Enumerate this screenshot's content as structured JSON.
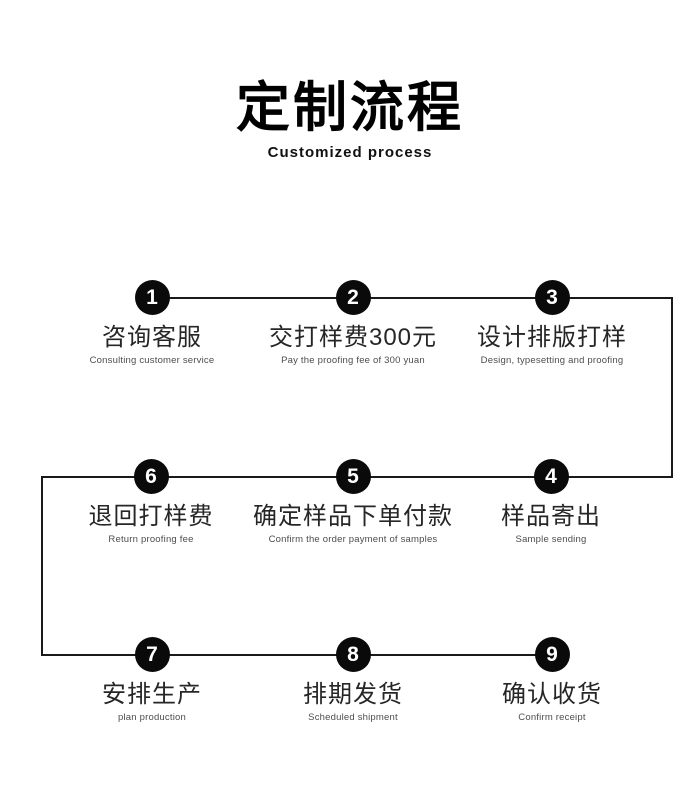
{
  "page": {
    "title": "定制流程",
    "subtitle": "Customized process"
  },
  "steps": [
    {
      "number": "1",
      "title": "咨询客服",
      "subtitle": "Consulting customer service"
    },
    {
      "number": "2",
      "title": "交打样费300元",
      "subtitle": "Pay the proofing fee of 300 yuan"
    },
    {
      "number": "3",
      "title": "设计排版打样",
      "subtitle": "Design, typesetting and proofing"
    },
    {
      "number": "4",
      "title": "样品寄出",
      "subtitle": "Sample sending"
    },
    {
      "number": "5",
      "title": "确定样品下单付款",
      "subtitle": "Confirm the order payment of samples"
    },
    {
      "number": "6",
      "title": "退回打样费",
      "subtitle": "Return proofing fee"
    },
    {
      "number": "7",
      "title": "安排生产",
      "subtitle": "plan production"
    },
    {
      "number": "8",
      "title": "排期发货",
      "subtitle": "Scheduled shipment"
    },
    {
      "number": "9",
      "title": "确认收货",
      "subtitle": "Confirm receipt"
    }
  ],
  "colors": {
    "line": "#1a1a1a",
    "circle": "#0a0a0a",
    "title_text": "#000000",
    "step_text": "#262626",
    "caption_text": "#4d4d4d",
    "background": "#ffffff"
  }
}
